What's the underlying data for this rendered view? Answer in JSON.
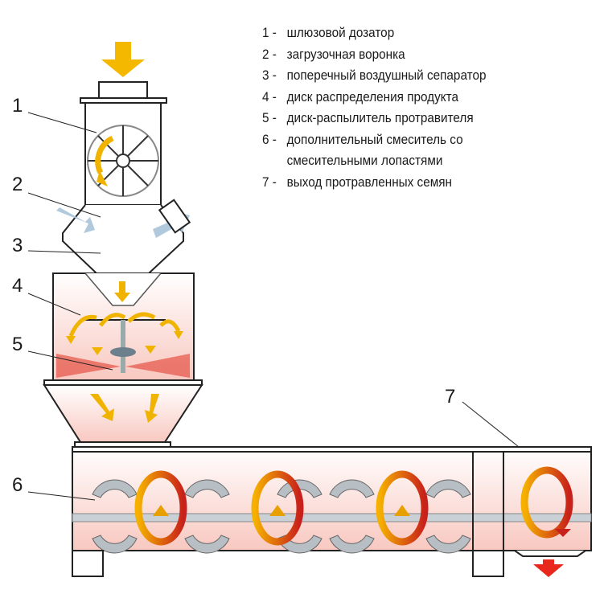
{
  "legend": [
    {
      "num": "1 -",
      "text": "шлюзовой дозатор"
    },
    {
      "num": "2 -",
      "text": "загрузочная воронка"
    },
    {
      "num": "3 -",
      "text": "поперечный воздушный сепаратор"
    },
    {
      "num": "4 -",
      "text": "диск распределения продукта"
    },
    {
      "num": "5 -",
      "text": "диск-распылитель протравителя"
    },
    {
      "num": "6 -",
      "text": "дополнительный смеситель со",
      "cont": "смесительными лопастями"
    },
    {
      "num": "7 -",
      "text": "выход протравленных семян"
    }
  ],
  "labels": [
    "1",
    "2",
    "3",
    "4",
    "5",
    "6",
    "7"
  ],
  "colors": {
    "inflow_arrow": "#f5b800",
    "flow_arrow": "#f0b400",
    "air_arrow": "#a9c3d8",
    "spray": "#e03020",
    "outlet_arrow": "#e8281c",
    "outline": "#222222"
  }
}
